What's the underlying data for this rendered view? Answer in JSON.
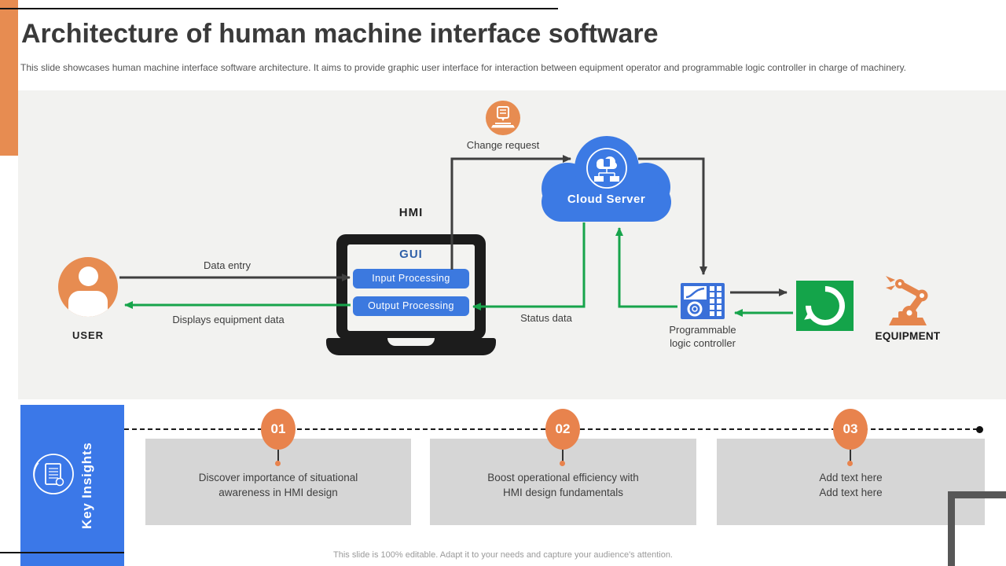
{
  "slide": {
    "title": "Architecture of human machine interface software",
    "subtitle": "This slide showcases human machine interface software architecture. It aims to provide graphic user interface for interaction between equipment operator and programmable logic controller in charge of machinery.",
    "footer": "This slide is 100% editable. Adapt it to your needs and capture your audience's attention."
  },
  "diagram": {
    "user": {
      "label": "USER"
    },
    "hmi": {
      "label": "HMI",
      "gui_label": "GUI",
      "input_button": "Input Processing",
      "output_button": "Output Processing"
    },
    "cloud": {
      "label": "Cloud Server"
    },
    "change_request": {
      "label": "Change request"
    },
    "plc": {
      "label_line1": "Programmable",
      "label_line2": "logic controller"
    },
    "equipment": {
      "label": "EQUIPMENT"
    },
    "flows": {
      "data_entry": "Data entry",
      "displays_equipment_data": "Displays equipment data",
      "status_data": "Status data"
    }
  },
  "key_insights": {
    "title": "Key Insights",
    "items": [
      {
        "number": "01",
        "line1": "Discover importance of situational",
        "line2": "awareness in HMI  design"
      },
      {
        "number": "02",
        "line1": "Boost operational  efficiency with",
        "line2": "HMI  design fundamentals"
      },
      {
        "number": "03",
        "line1": "Add text here",
        "line2": "Add text here"
      }
    ]
  },
  "icons": [
    "person-icon",
    "server-update-icon",
    "cloud-network-icon",
    "plc-panel-icon",
    "rotate-arrow-icon",
    "robot-arm-icon",
    "notes-icon"
  ],
  "colors": {
    "accent_orange": "#E78C51",
    "primary_blue": "#3B78E8",
    "button_blue": "#3C79DF",
    "success_green": "#14A44A",
    "arrow_dark": "#3F3F3F",
    "canvas_gray": "#F2F2F0",
    "card_gray": "#D6D6D6"
  }
}
